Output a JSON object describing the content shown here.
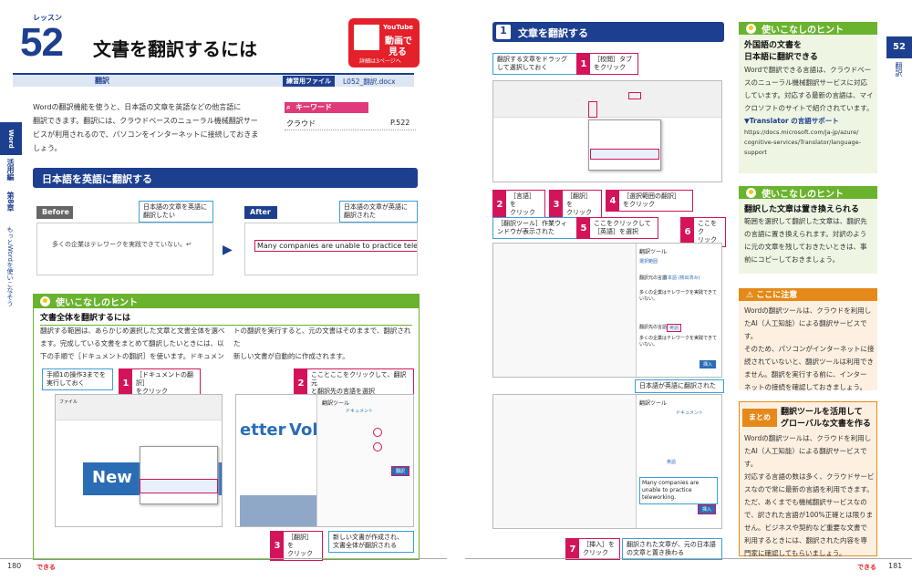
{
  "left": {
    "lesson_label": "レッスン",
    "lesson_num": "52",
    "title": "文書を翻訳するには",
    "yt": {
      "line1": "YouTube",
      "line2": "動画で",
      "line3": "見る",
      "sub": "詳細は3ページへ"
    },
    "subject": "翻訳",
    "practice_label": "練習用ファイル",
    "practice_file": "L052_翻訳.docx",
    "intro": [
      "Wordの翻訳機能を使うと、日本語の文章を英語などの他言語に",
      "翻訳できます。翻訳には、クラウドベースのニューラル機械翻訳サー",
      "ビスが利用されるので、パソコンをインターネットに接続しておきま",
      "しょう。"
    ],
    "keyword": {
      "title": "キーワード",
      "term": "クラウド",
      "page": "P.522"
    },
    "section_title": "日本語を英語に翻訳する",
    "before": "Before",
    "after": "After",
    "before_note": [
      "日本語の文章を英語に",
      "翻訳したい"
    ],
    "after_note": [
      "日本語の文章が英語に",
      "翻訳された"
    ],
    "before_text": "多くの企業はテレワークを実践できていない。↵",
    "after_text": "Many companies are unable to practice teleworking.",
    "tip_label": "使いこなしのヒント",
    "tip_title": "文書全体を翻訳するには",
    "tip_body": [
      "翻訳する範囲は、あらかじめ選択した文章と文書全体を選べ",
      "ます。完成している文書をまとめて翻訳したいときには、以",
      "下の手順で［ドキュメントの翻訳］を使います。ドキュメン"
    ],
    "tip_body2": [
      "トの翻訳を実行すると、元の文書はそのままで、翻訳された",
      "新しい文書が自動的に作成されます。"
    ],
    "step_a": [
      "手順1の操作3までを",
      "実行しておく"
    ],
    "c1": [
      "［ドキュメントの翻訳］",
      "をクリック"
    ],
    "c2": [
      "こことここをクリックして、翻訳元",
      "と翻訳先の言語を選択"
    ],
    "c3": [
      "［翻訳］を",
      "クリック"
    ],
    "c3_note": [
      "新しい文書が作成され、",
      "文書全体が翻訳される"
    ],
    "shot_texts": {
      "tab1": "ファイル",
      "banner": "New",
      "vol": "etter",
      "vol2": "Vol",
      "tool": "翻訳ツール",
      "doc": "ドキュメント",
      "btn": "翻訳"
    },
    "side": {
      "word": "Word",
      "cat": "活用編",
      "chap": "第8章",
      "vert": "もっとWordを使いこなそう"
    },
    "page_num": "180",
    "logo": "できる"
  },
  "right": {
    "step1_num": "1",
    "step1_title": "文章を翻訳する",
    "n_drag": [
      "翻訳する文章をドラッグ",
      "して選択しておく"
    ],
    "r1": [
      "［校閲］タブ",
      "をクリック"
    ],
    "r2": [
      "［言語］を",
      "クリック"
    ],
    "r3": [
      "［翻訳］を",
      "クリック"
    ],
    "r4": [
      "［選択範囲の翻訳］",
      "をクリック"
    ],
    "n_pane": [
      "［翻訳ツール］作業ウィ",
      "ンドウが表示された"
    ],
    "r5": [
      "ここをクリックして",
      "［英語］を選択"
    ],
    "r6": [
      "ここをク",
      "リック"
    ],
    "n_trans": "日本語が英語に翻訳された",
    "r7": [
      "［挿入］を",
      "クリック"
    ],
    "n_replace": [
      "翻訳された文章が、元の日本語",
      "の文章と置き換わる"
    ],
    "pane": {
      "title": "翻訳ツール",
      "sel": "選択範囲",
      "doc": "ドキュメント",
      "from": "翻訳元の言語",
      "from_val": "日本語 (検出済み)",
      "to": "翻訳先の言語",
      "to_val": "英語",
      "jp": "多くの企業はテレワークを実践できていない。",
      "en": "Many companies are unable to practice teleworking.",
      "insert": "挿入"
    },
    "hint1": {
      "label": "使いこなしのヒント",
      "title": [
        "外国語の文書を",
        "日本語に翻訳できる"
      ],
      "body": [
        "Wordで翻訳できる言語は、クラウドベー",
        "スのニューラル機械翻訳サービスに対応",
        "しています。対応する最新の言語は、マイ",
        "クロソフトのサイトで紹介されています。"
      ],
      "link_label": "▼Translator の言語サポート",
      "url": [
        "https://docs.microsoft.com/ja-jp/azure/",
        "cognitive-services/Translator/language-",
        "support"
      ]
    },
    "hint2": {
      "label": "使いこなしのヒント",
      "title": "翻訳した文章は置き換えられる",
      "body": [
        "範囲を選択して翻訳した文章は、翻訳先",
        "の言語に置き換えられます。対訳のよう",
        "に元の文章を残しておきたいときは、事",
        "前にコピーしておきましょう。"
      ]
    },
    "caution": {
      "label": "ここに注意",
      "body": [
        "Wordの翻訳ツールは、クラウドを利用し",
        "たAI（人工知能）による翻訳サービスです。",
        "そのため、パソコンがインターネットに接",
        "続されていないと、翻訳ツールは利用でき",
        "ません。翻訳を実行する前に、インター",
        "ネットの接続を確認しておきましょう。"
      ]
    },
    "summary": {
      "label": "まとめ",
      "title": [
        "翻訳ツールを活用して",
        "グローバルな文書を作る"
      ],
      "body": [
        "Wordの翻訳ツールは、クラウドを利用し",
        "たAI（人工知能）による翻訳サービスです。",
        "対応する言語の数は多く、クラウドサービ",
        "スなので常に最新の言語を利用できます。",
        "ただ、あくまでも機械翻訳サービスなの",
        "で、訳された言語が100%正確とは限りま",
        "せん。ビジネスや契約など重要な文書で",
        "利用するときには、翻訳された内容を専",
        "門家に確認してもらいましょう。"
      ]
    },
    "tab": {
      "num": "52",
      "label": "翻訳"
    },
    "page_num": "181",
    "logo": "できる"
  },
  "colors": {
    "navy": "#1d3f8f",
    "green": "#6ab32e",
    "magenta": "#d4145a",
    "orange": "#e58a1a",
    "cyan": "#3aa0d8"
  }
}
